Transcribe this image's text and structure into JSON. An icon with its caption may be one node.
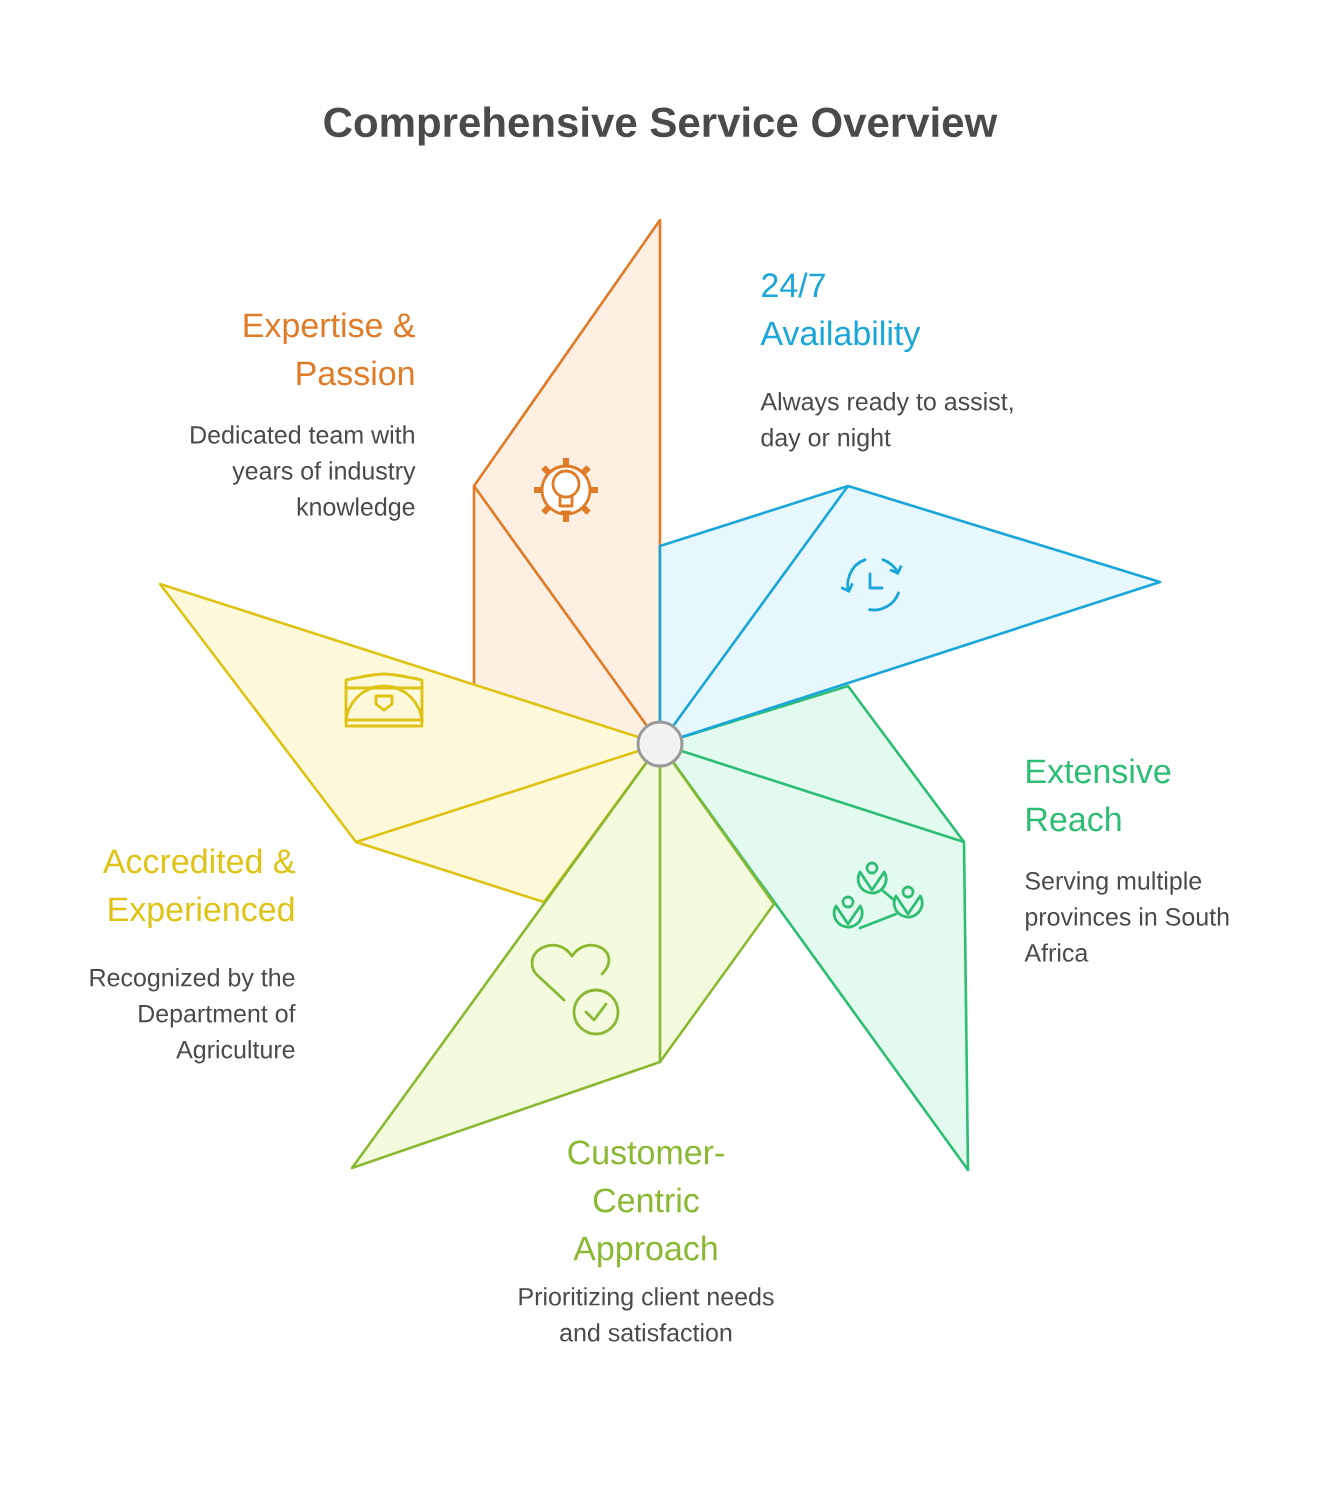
{
  "diagram": {
    "title": "Comprehensive Service Overview",
    "nodes": [
      {
        "text": [
          "Expertise & Passion",
          "Dedicated team with years of industry knowledge"
        ]
      },
      {
        "text": [
          "24/7 Availability",
          "Always ready to assist, day or night"
        ]
      },
      {
        "text": [
          "Extensive Reach",
          "Serving multiple provinces in South Africa"
        ]
      },
      {
        "text": [
          "Accredited & Experienced",
          "Recognized by the Department of Agriculture"
        ]
      },
      {
        "text": [
          "Customer-Centric Approach",
          "Prioritizing client needs and satisfaction"
        ]
      }
    ],
    "edges": []
  }
}
